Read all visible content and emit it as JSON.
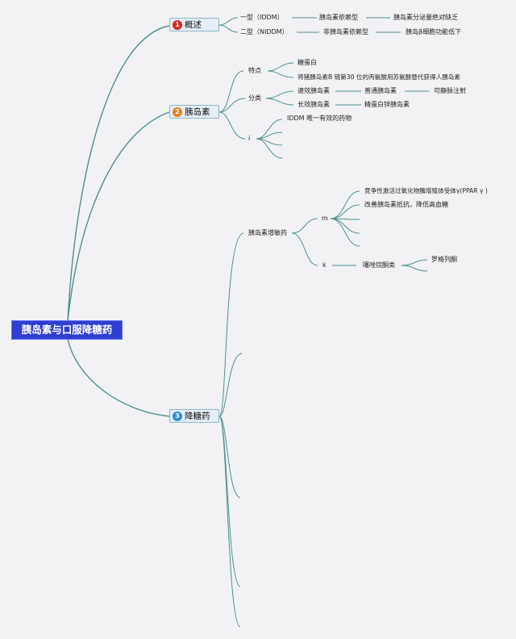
{
  "root": {
    "label": "胰岛素与口服降糖药"
  },
  "topics": [
    {
      "num": "1",
      "label": "概述",
      "badge_color": "#d9261c"
    },
    {
      "num": "2",
      "label": "胰岛素",
      "badge_color": "#e8801c"
    },
    {
      "num": "3",
      "label": "降糖药",
      "badge_color": "#2b8fd0"
    }
  ],
  "overview": {
    "type1": "一型（IDDM）",
    "type1_dep": "胰岛素依赖型",
    "type1_cause": "胰岛素分泌量绝对缺乏",
    "type2": "二型（NIDDM）",
    "type2_dep": "非胰岛素依赖型",
    "type2_cause": "胰岛β细胞功能低下"
  },
  "insulin": {
    "features": "特点",
    "feature_1": "糖蛋白",
    "feature_2": "将猪胰岛素B 链第30 位的丙氨酸用苏氨酸替代获得人胰岛素",
    "classification": "分类",
    "fast": "速效胰岛素",
    "regular": "普通胰岛素",
    "iv": "可静脉注射",
    "long": "长效胰岛素",
    "protamine": "精蛋白锌胰岛素",
    "branch_i": "i",
    "i_item_1": "IDDM 唯一有效的药物"
  },
  "drugs": {
    "sensitizer": "胰岛素增敏药",
    "branch_m": "m",
    "m_item_1": "竞争性激活过氧化物酶增殖体受体γ(PPAR γ )",
    "m_item_2": "改善胰岛素抵抗，降低高血糖",
    "branch_k": "k",
    "tzd": "噻唑烷酮类",
    "rosiglitazone": "罗格列酮"
  }
}
